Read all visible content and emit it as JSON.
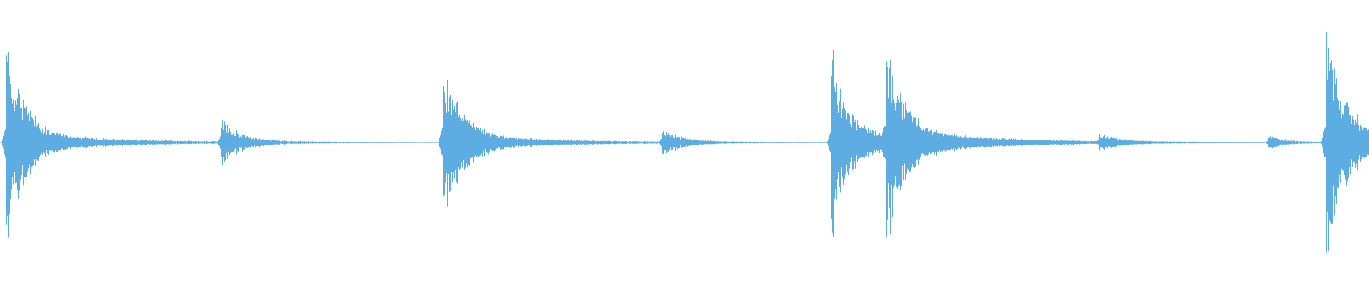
{
  "waveform": {
    "color": "#5dade2",
    "background": "#ffffff",
    "transients": [
      {
        "time": 0.004,
        "peak": 0.83,
        "kind": "strong"
      },
      {
        "time": 0.161,
        "peak": 0.21,
        "kind": "weak"
      },
      {
        "time": 0.323,
        "peak": 0.72,
        "kind": "strong"
      },
      {
        "time": 0.483,
        "peak": 0.12,
        "kind": "weak"
      },
      {
        "time": 0.607,
        "peak": 0.68,
        "kind": "strong"
      },
      {
        "time": 0.647,
        "peak": 0.73,
        "kind": "strong"
      },
      {
        "time": 0.803,
        "peak": 0.06,
        "kind": "weak"
      },
      {
        "time": 0.926,
        "peak": 0.05,
        "kind": "weak"
      },
      {
        "time": 0.968,
        "peak": 0.88,
        "kind": "strong"
      }
    ]
  }
}
